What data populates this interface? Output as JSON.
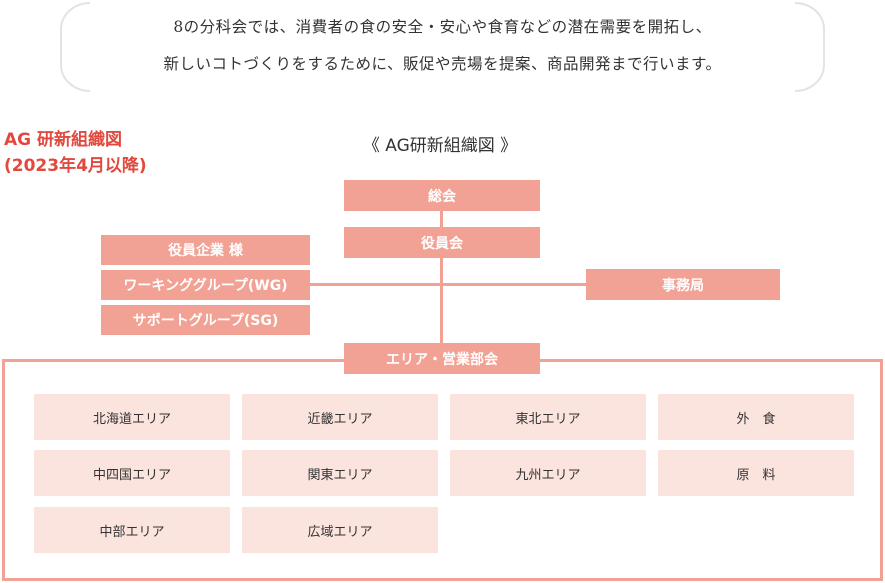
{
  "intro": {
    "line1": "8の分科会では、消費者の食の安全・安心や食育などの潜在需要を開拓し、",
    "line2": "新しいコトづくりをするために、販促や売場を提案、商品開発まで行います。"
  },
  "side_title": {
    "line1": "AG 研新組織図",
    "line2": "(2023年4月以降)"
  },
  "chart_title": "《 AG研新組織図 》",
  "org": {
    "general_meeting": "総会",
    "board": "役員会",
    "member_companies": "役員企業 様",
    "working_group": "ワーキンググループ(WG)",
    "support_group": "サポートグループ(SG)",
    "secretariat": "事務局",
    "area_sales_committee": "エリア・営業部会"
  },
  "areas": [
    "北海道エリア",
    "近畿エリア",
    "東北エリア",
    "外　食",
    "中四国エリア",
    "関東エリア",
    "九州エリア",
    "原　料",
    "中部エリア",
    "広域エリア"
  ],
  "colors": {
    "box": "#f2a195",
    "cell": "#fbe3de",
    "accent_text": "#e2493e"
  }
}
